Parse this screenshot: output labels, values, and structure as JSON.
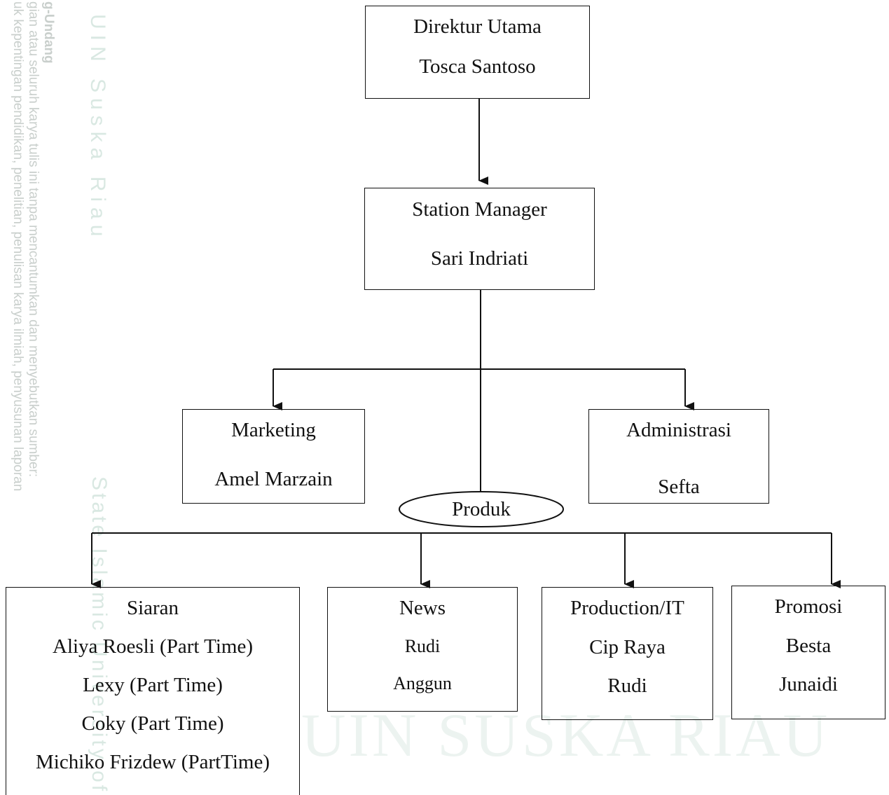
{
  "watermark": {
    "side_lines": [
      "g-Undang",
      "gian atau seluruh karya tulis ini tanpa mencantumkan dan menyebutkan sumber:",
      "uk kepentingan pendidikan, penelitian, penulisan karya ilmiah, penyusunan laporan"
    ],
    "brand_top": "UIN Suska Riau",
    "brand_mid": "State Islamic University of S",
    "brand_bottom": "UIN SUSKA RIAU"
  },
  "org": {
    "direktur": {
      "title": "Direktur Utama",
      "name": "Tosca Santoso"
    },
    "station_manager": {
      "title": "Station Manager",
      "name": "Sari Indriati"
    },
    "marketing": {
      "title": "Marketing",
      "name": "Amel Marzain"
    },
    "administrasi": {
      "title": "Administrasi",
      "name": "Sefta"
    },
    "produk": {
      "label": "Produk"
    },
    "siaran": {
      "title": "Siaran",
      "members": [
        "Aliya Roesli (Part Time)",
        "Lexy (Part Time)",
        "Coky (Part Time)",
        "Michiko Frizdew (PartTime)"
      ]
    },
    "news": {
      "title": "News",
      "members": [
        "Rudi",
        "Anggun"
      ]
    },
    "production": {
      "title": "Production/IT",
      "members": [
        "Cip Raya",
        "Rudi"
      ]
    },
    "promosi": {
      "title": "Promosi",
      "members": [
        "Besta",
        "Junaidi"
      ]
    }
  }
}
